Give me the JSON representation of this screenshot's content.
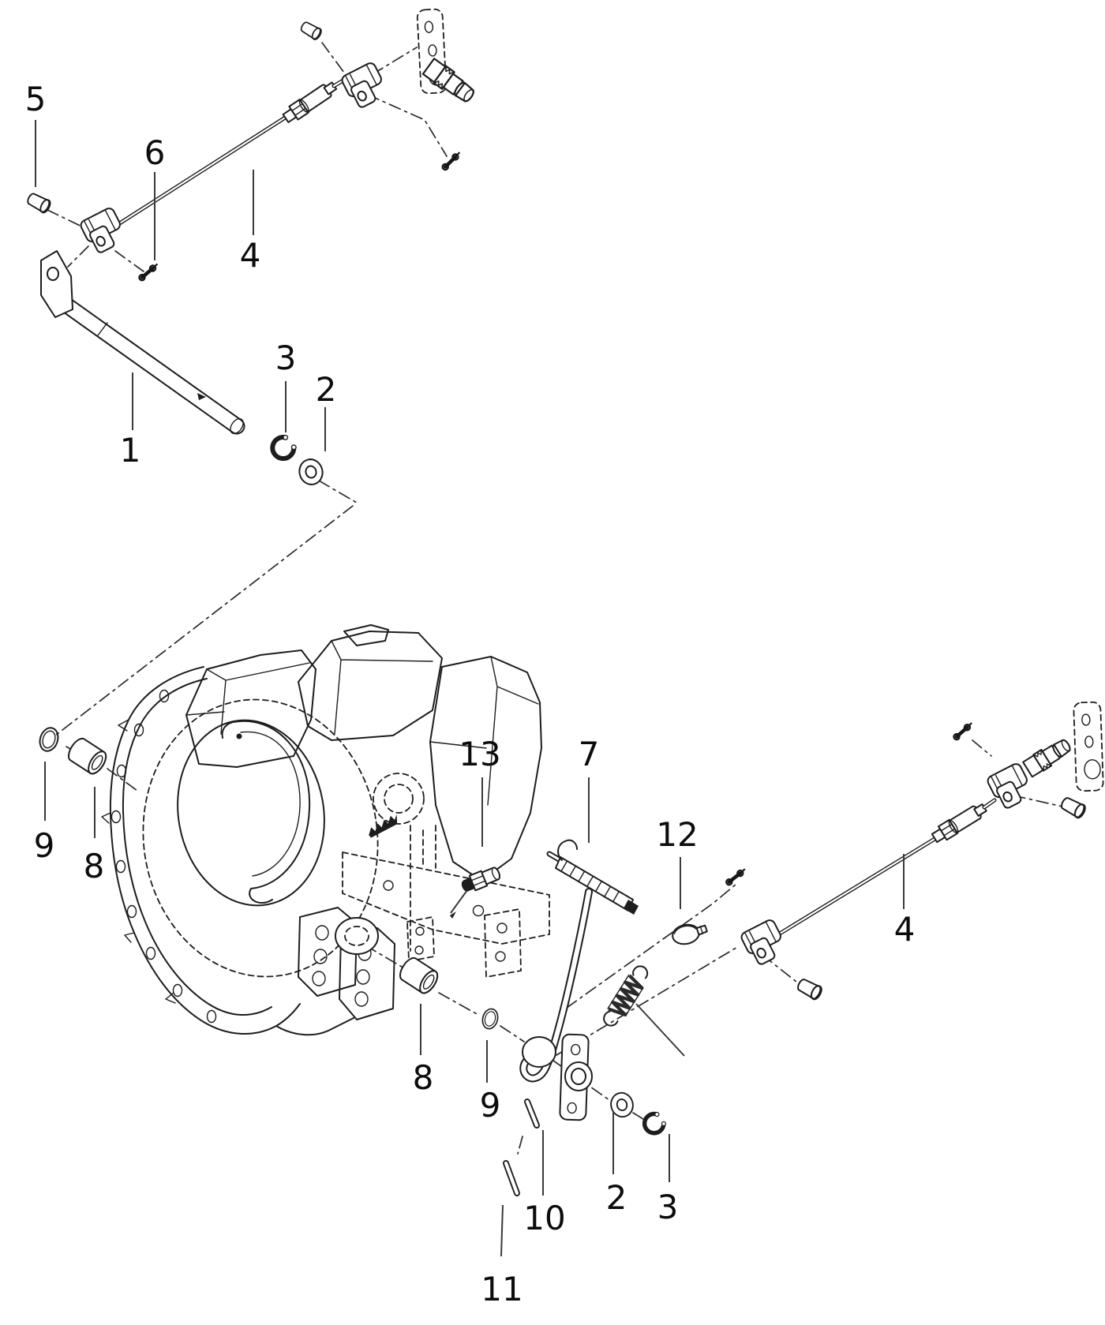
{
  "diagram": {
    "kind": "exploded-parts-diagram",
    "background_color": "#ffffff",
    "line_color": "#1d1d1d",
    "label_color": "#0c0c0c"
  },
  "callouts": [
    {
      "label": "5"
    },
    {
      "label": "6"
    },
    {
      "label": "4"
    },
    {
      "label": "1"
    },
    {
      "label": "3"
    },
    {
      "label": "2"
    },
    {
      "label": "9"
    },
    {
      "label": "8"
    },
    {
      "label": "13"
    },
    {
      "label": "7"
    },
    {
      "label": "12"
    },
    {
      "label": "4"
    },
    {
      "label": "8"
    },
    {
      "label": "9"
    },
    {
      "label": "10"
    },
    {
      "label": "11"
    },
    {
      "label": "2"
    },
    {
      "label": "3"
    }
  ]
}
